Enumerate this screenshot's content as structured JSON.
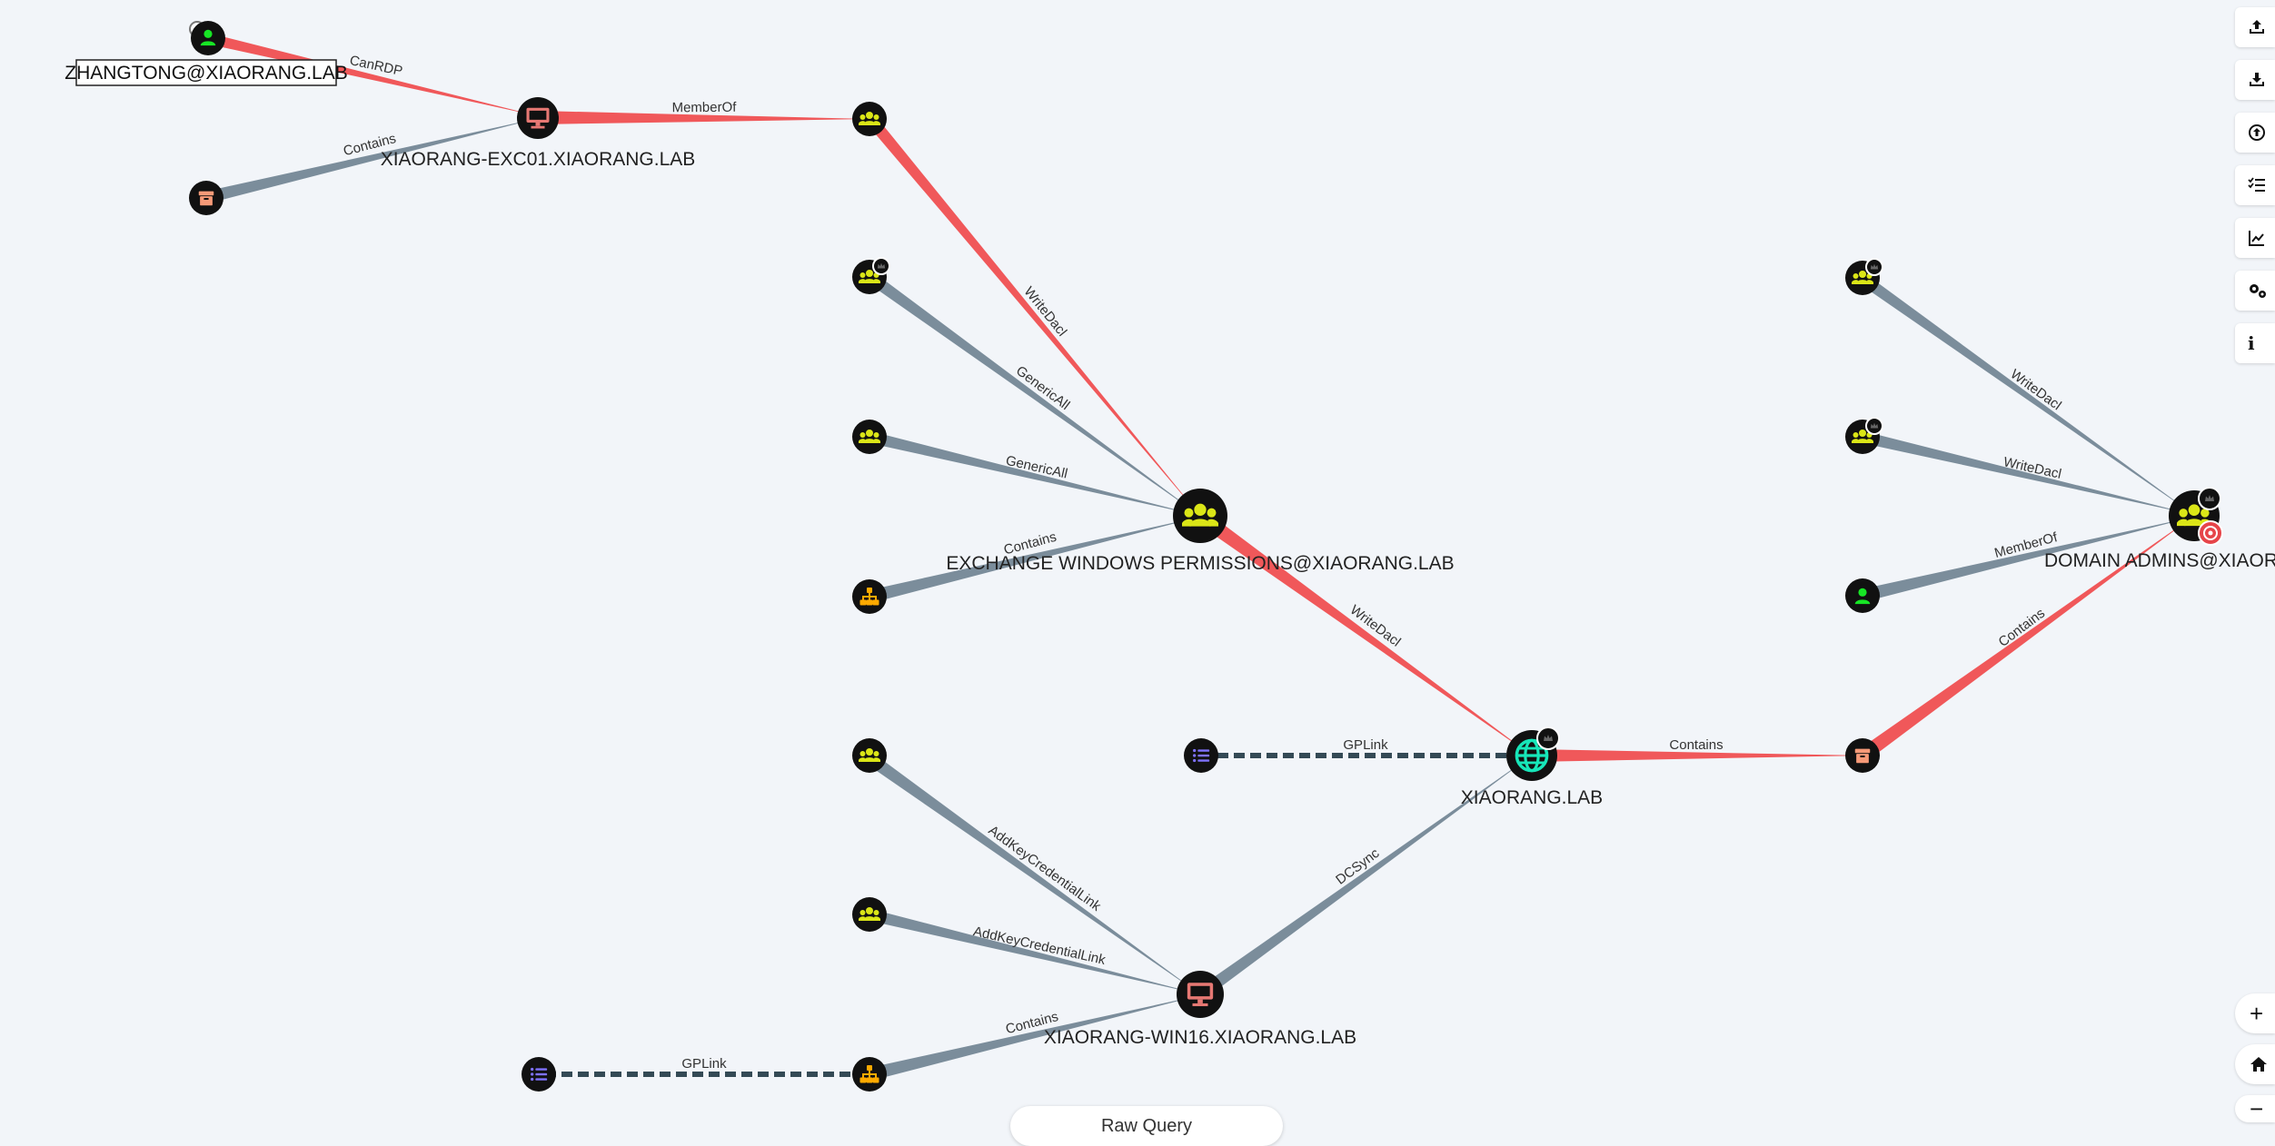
{
  "graph": {
    "nodes": {
      "zhangtong": "ZHANGTONG@XIAORANG.LAB",
      "exc01": "XIAORANG-EXC01.XIAORANG.LAB",
      "ewp": "EXCHANGE WINDOWS PERMISSIONS@XIAORANG.LAB",
      "domain": "XIAORANG.LAB",
      "domain_admins": "DOMAIN ADMINS@XIAORA",
      "win16": "XIAORANG-WIN16.XIAORANG.LAB"
    },
    "edges": {
      "canrdp": "CanRDP",
      "contains": "Contains",
      "memberof": "MemberOf",
      "writedacl": "WriteDacl",
      "genericall": "GenericAll",
      "gplink": "GPLink",
      "dcsync": "DCSync",
      "addkeycredentiallink": "AddKeyCredentialLink"
    }
  },
  "controls": {
    "raw_query": "Raw Query",
    "zoom_in": "+",
    "zoom_out": "−",
    "info": "i"
  },
  "colors": {
    "edge_red": "#f0585a",
    "edge_gray": "#7b8d9b",
    "gplink": "#344a55",
    "user_node": "#17e625",
    "group_node": "#dbe617",
    "computer_node": "#e67873",
    "domain_node": "#17e6b9",
    "ou_node": "#ffaa00",
    "container_node": "#f79a78",
    "gpo_node": "#7f72fd"
  }
}
